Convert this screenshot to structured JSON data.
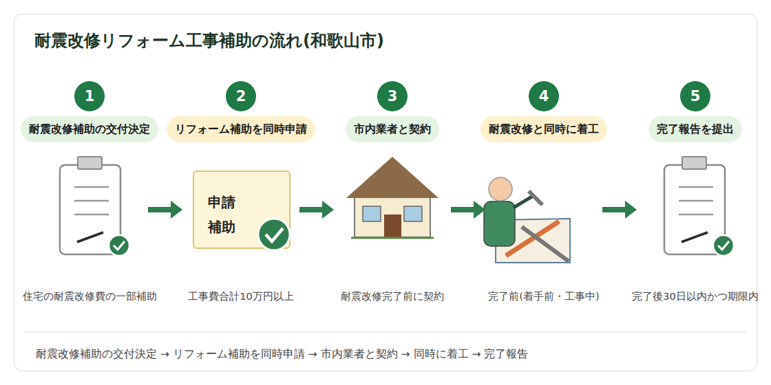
{
  "diagram": {
    "title": "耐震改修リフォーム工事補助の流れ(和歌山市)",
    "caption": "耐震改修補助の交付決定 → リフォーム補助を同時申請 → 市内業者と契約 → 同時に着工 → 完了報告",
    "nodes": [
      {
        "text": [
          "1"
        ]
      },
      {
        "text": [
          "耐震改修補助の交付決定"
        ]
      },
      {
        "text": [
          "住宅の耐震改修費の一部補助"
        ]
      },
      {
        "text": [
          "2"
        ]
      },
      {
        "text": [
          "リフォーム補助を同時申請"
        ]
      },
      {
        "text": [
          "工事費合計10万円以上"
        ]
      },
      {
        "text": [
          "申請 補助"
        ],
        "in": 5
      },
      {
        "text": [
          "3"
        ]
      },
      {
        "text": [
          "市内業者と契約"
        ]
      },
      {
        "text": [
          "耐震改修完了前に契約"
        ]
      },
      {
        "text": [
          "4"
        ]
      },
      {
        "text": [
          "耐震改修と同時に着工"
        ]
      },
      {
        "text": [
          "完了前(着手前・工事中)"
        ]
      },
      {
        "text": [
          "5"
        ]
      },
      {
        "text": [
          "完了報告を提出"
        ]
      },
      {
        "text": [
          "完了後30日以内かつ期限内"
        ]
      }
    ],
    "edges": [
      {
        "from": 2,
        "to": 5,
        "arrow": "to"
      },
      {
        "from": 5,
        "to": 9,
        "arrow": "to"
      },
      {
        "from": 9,
        "to": 12,
        "arrow": "to"
      },
      {
        "from": 12,
        "to": 15,
        "arrow": "to"
      }
    ]
  }
}
